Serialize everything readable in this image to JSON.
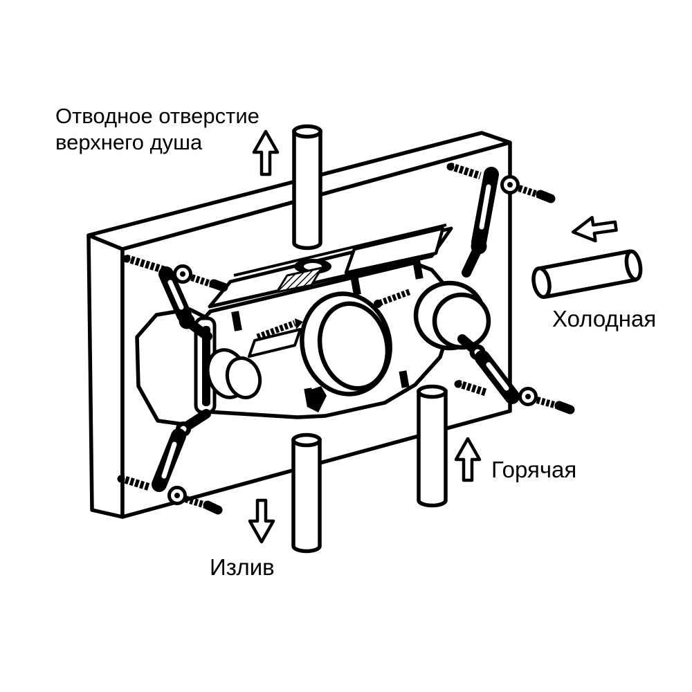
{
  "diagram": {
    "type": "installation-diagram",
    "colors": {
      "line": "#000000",
      "background": "#ffffff"
    },
    "labels": {
      "shower_outlet_line1": "Отводное отверстие",
      "shower_outlet_line2": "верхнего душа",
      "cold": "Холодная",
      "hot": "Горячая",
      "spout": "Излив"
    },
    "icons": {
      "top_arrow": "up-arrow",
      "cold_arrow": "left-arrow",
      "hot_arrow": "up-arrow",
      "spout_arrow": "down-arrow"
    }
  }
}
